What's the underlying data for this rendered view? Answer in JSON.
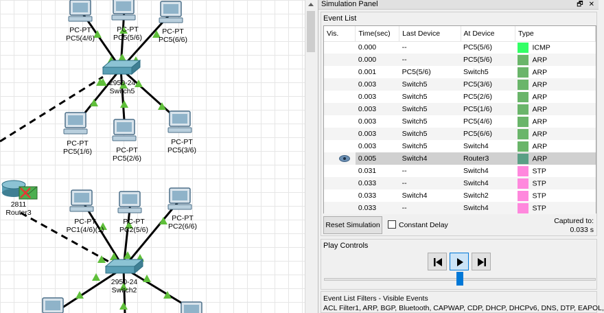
{
  "canvas": {
    "devices": [
      {
        "id": "pc546",
        "type": "PC-PT",
        "name": "PC5(4/6)"
      },
      {
        "id": "pc556",
        "type": "PC-PT",
        "name": "PC5(5/6)"
      },
      {
        "id": "pc566",
        "type": "PC-PT",
        "name": "PC5(6/6)"
      },
      {
        "id": "sw5",
        "type": "2950-24",
        "name": "Switch5"
      },
      {
        "id": "pc516",
        "type": "PC-PT",
        "name": "PC5(1/6)"
      },
      {
        "id": "pc526",
        "type": "PC-PT",
        "name": "PC5(2/6)"
      },
      {
        "id": "pc536",
        "type": "PC-PT",
        "name": "PC5(3/6)"
      },
      {
        "id": "r3",
        "type": "2811",
        "name": "Router3"
      },
      {
        "id": "pc1",
        "type": "PC-PT",
        "name": "PC1(4/6)(1)"
      },
      {
        "id": "pc256",
        "type": "PC-PT",
        "name": "PC2(5/6)"
      },
      {
        "id": "pc266",
        "type": "PC-PT",
        "name": "PC2(6/6)"
      },
      {
        "id": "sw2",
        "type": "2950-24",
        "name": "Switch2"
      }
    ],
    "colors": {
      "link": "#000000",
      "port": "#5fbf3a",
      "switch": "#5a9fb5",
      "pc": "#8fb3c9",
      "envelope": "#4caf50"
    }
  },
  "panel": {
    "title": "Simulation Panel",
    "event_list_label": "Event List",
    "columns": [
      "Vis.",
      "Time(sec)",
      "Last Device",
      "At Device",
      "Type"
    ],
    "events": [
      {
        "vis": "",
        "time": "0.000",
        "last": "--",
        "at": "PC5(5/6)",
        "type": "ICMP",
        "color": "#33ff66"
      },
      {
        "vis": "",
        "time": "0.000",
        "last": "--",
        "at": "PC5(5/6)",
        "type": "ARP",
        "color": "#6ab56a"
      },
      {
        "vis": "",
        "time": "0.001",
        "last": "PC5(5/6)",
        "at": "Switch5",
        "type": "ARP",
        "color": "#6ab56a"
      },
      {
        "vis": "",
        "time": "0.003",
        "last": "Switch5",
        "at": "PC5(3/6)",
        "type": "ARP",
        "color": "#6ab56a"
      },
      {
        "vis": "",
        "time": "0.003",
        "last": "Switch5",
        "at": "PC5(2/6)",
        "type": "ARP",
        "color": "#6ab56a"
      },
      {
        "vis": "",
        "time": "0.003",
        "last": "Switch5",
        "at": "PC5(1/6)",
        "type": "ARP",
        "color": "#6ab56a"
      },
      {
        "vis": "",
        "time": "0.003",
        "last": "Switch5",
        "at": "PC5(4/6)",
        "type": "ARP",
        "color": "#6ab56a"
      },
      {
        "vis": "",
        "time": "0.003",
        "last": "Switch5",
        "at": "PC5(6/6)",
        "type": "ARP",
        "color": "#6ab56a"
      },
      {
        "vis": "",
        "time": "0.003",
        "last": "Switch5",
        "at": "Switch4",
        "type": "ARP",
        "color": "#6ab56a"
      },
      {
        "vis": "eye",
        "time": "0.005",
        "last": "Switch4",
        "at": "Router3",
        "type": "ARP",
        "color": "#5a9f85",
        "selected": true
      },
      {
        "vis": "",
        "time": "0.031",
        "last": "--",
        "at": "Switch4",
        "type": "STP",
        "color": "#ff88dd"
      },
      {
        "vis": "",
        "time": "0.033",
        "last": "--",
        "at": "Switch4",
        "type": "STP",
        "color": "#ff88dd"
      },
      {
        "vis": "",
        "time": "0.033",
        "last": "Switch4",
        "at": "Switch2",
        "type": "STP",
        "color": "#ff88dd"
      },
      {
        "vis": "",
        "time": "0.033",
        "last": "--",
        "at": "Switch4",
        "type": "STP",
        "color": "#ff88dd"
      }
    ],
    "reset_label": "Reset Simulation",
    "constant_delay_label": "Constant Delay",
    "captured_label": "Captured to:",
    "captured_value": "0.033 s",
    "play_controls_label": "Play Controls",
    "playback_position": 0.5,
    "filters_label": "Event List Filters - Visible Events",
    "filters_value": "ACL Filter1, ARP, BGP, Bluetooth, CAPWAP, CDP, DHCP, DHCPv6, DNS, DTP, EAPOL,"
  }
}
